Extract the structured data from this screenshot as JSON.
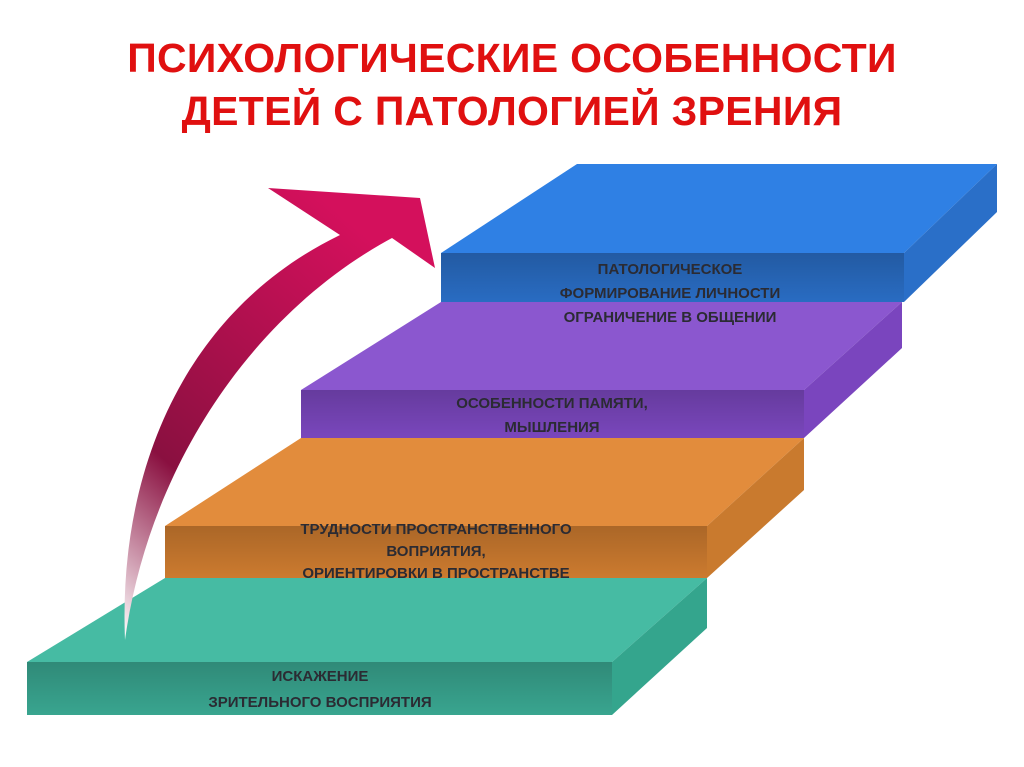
{
  "title": {
    "line1": "ПСИХОЛОГИЧЕСКИЕ ОСОБЕННОСТИ",
    "line2": "ДЕТЕЙ С ПАТОЛОГИЕЙ ЗРЕНИЯ"
  },
  "colors": {
    "title": "#e01010",
    "step1": "#44b8a0",
    "step2": "#e08a3a",
    "step3": "#8a55cc",
    "step4": "#2e7ce0",
    "arrow": "#c8105a"
  },
  "steps": [
    {
      "lines": [
        "ИСКАЖЕНИЕ",
        "ЗРИТЕЛЬНОГО ВОСПРИЯТИЯ"
      ]
    },
    {
      "lines": [
        "ТРУДНОСТИ ПРОСТРАНСТВЕННОГО",
        "ВОПРИЯТИЯ,",
        "ОРИЕНТИРОВКИ В ПРОСТРАНСТВЕ"
      ]
    },
    {
      "lines": [
        "ОСОБЕННОСТИ ПАМЯТИ,",
        "МЫШЛЕНИЯ"
      ]
    },
    {
      "lines": [
        "ПАТОЛОГИЧЕСКОЕ",
        "ФОРМИРОВАНИЕ ЛИЧНОСТИ",
        "ОГРАНИЧЕНИЕ В ОБЩЕНИИ"
      ]
    }
  ]
}
